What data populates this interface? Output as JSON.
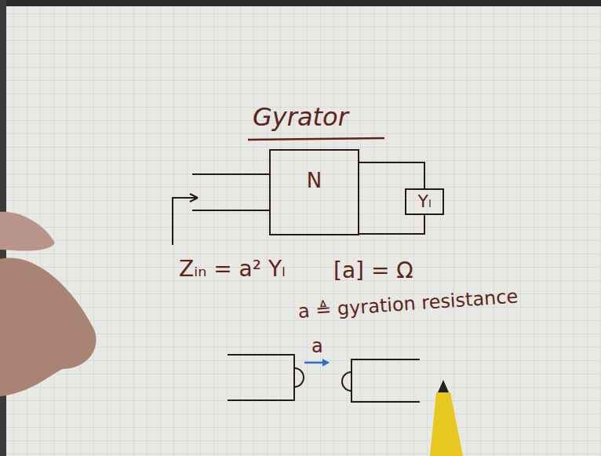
{
  "diagram": {
    "title": "Gyrator",
    "nodes": [
      {
        "text": [
          "N"
        ]
      },
      {
        "text": [
          "Yₗ"
        ]
      }
    ],
    "edges": [
      {
        "from": 0,
        "to": 1,
        "arrow": "none"
      }
    ],
    "labels": [
      "Zᵢₙ = a² Yₗ",
      "[a] = Ω",
      "a ≜ gyration resistance",
      "a"
    ]
  }
}
